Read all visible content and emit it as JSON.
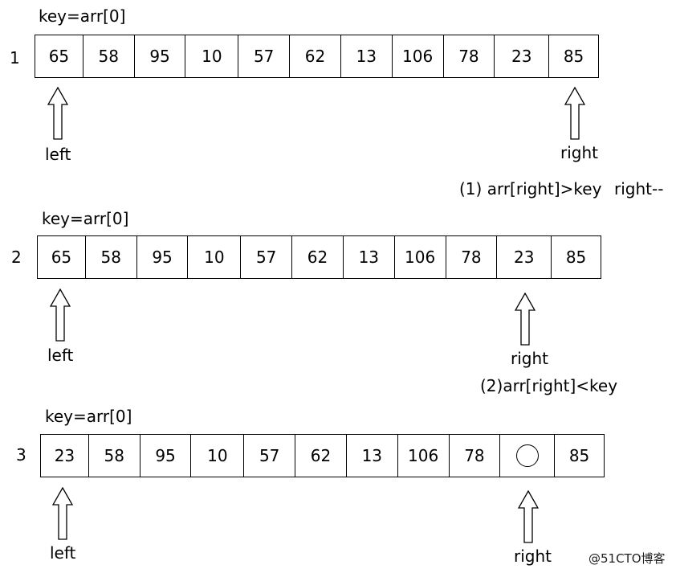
{
  "key_label": "key=arr[0]",
  "pointer_labels": {
    "left": "left",
    "right": "right"
  },
  "rows": [
    {
      "step": "1",
      "cells": [
        "65",
        "58",
        "95",
        "10",
        "57",
        "62",
        "13",
        "106",
        "78",
        "23",
        "85"
      ],
      "note": "(1) arr[right]>key",
      "note2": "right--"
    },
    {
      "step": "2",
      "cells": [
        "65",
        "58",
        "95",
        "10",
        "57",
        "62",
        "13",
        "106",
        "78",
        "23",
        "85"
      ],
      "note": "(2)arr[right]<key"
    },
    {
      "step": "3",
      "cells": [
        "23",
        "58",
        "95",
        "10",
        "57",
        "62",
        "13",
        "106",
        "78",
        "",
        "85"
      ],
      "empty_marker": "circle"
    }
  ],
  "watermark": "@51CTO博客"
}
